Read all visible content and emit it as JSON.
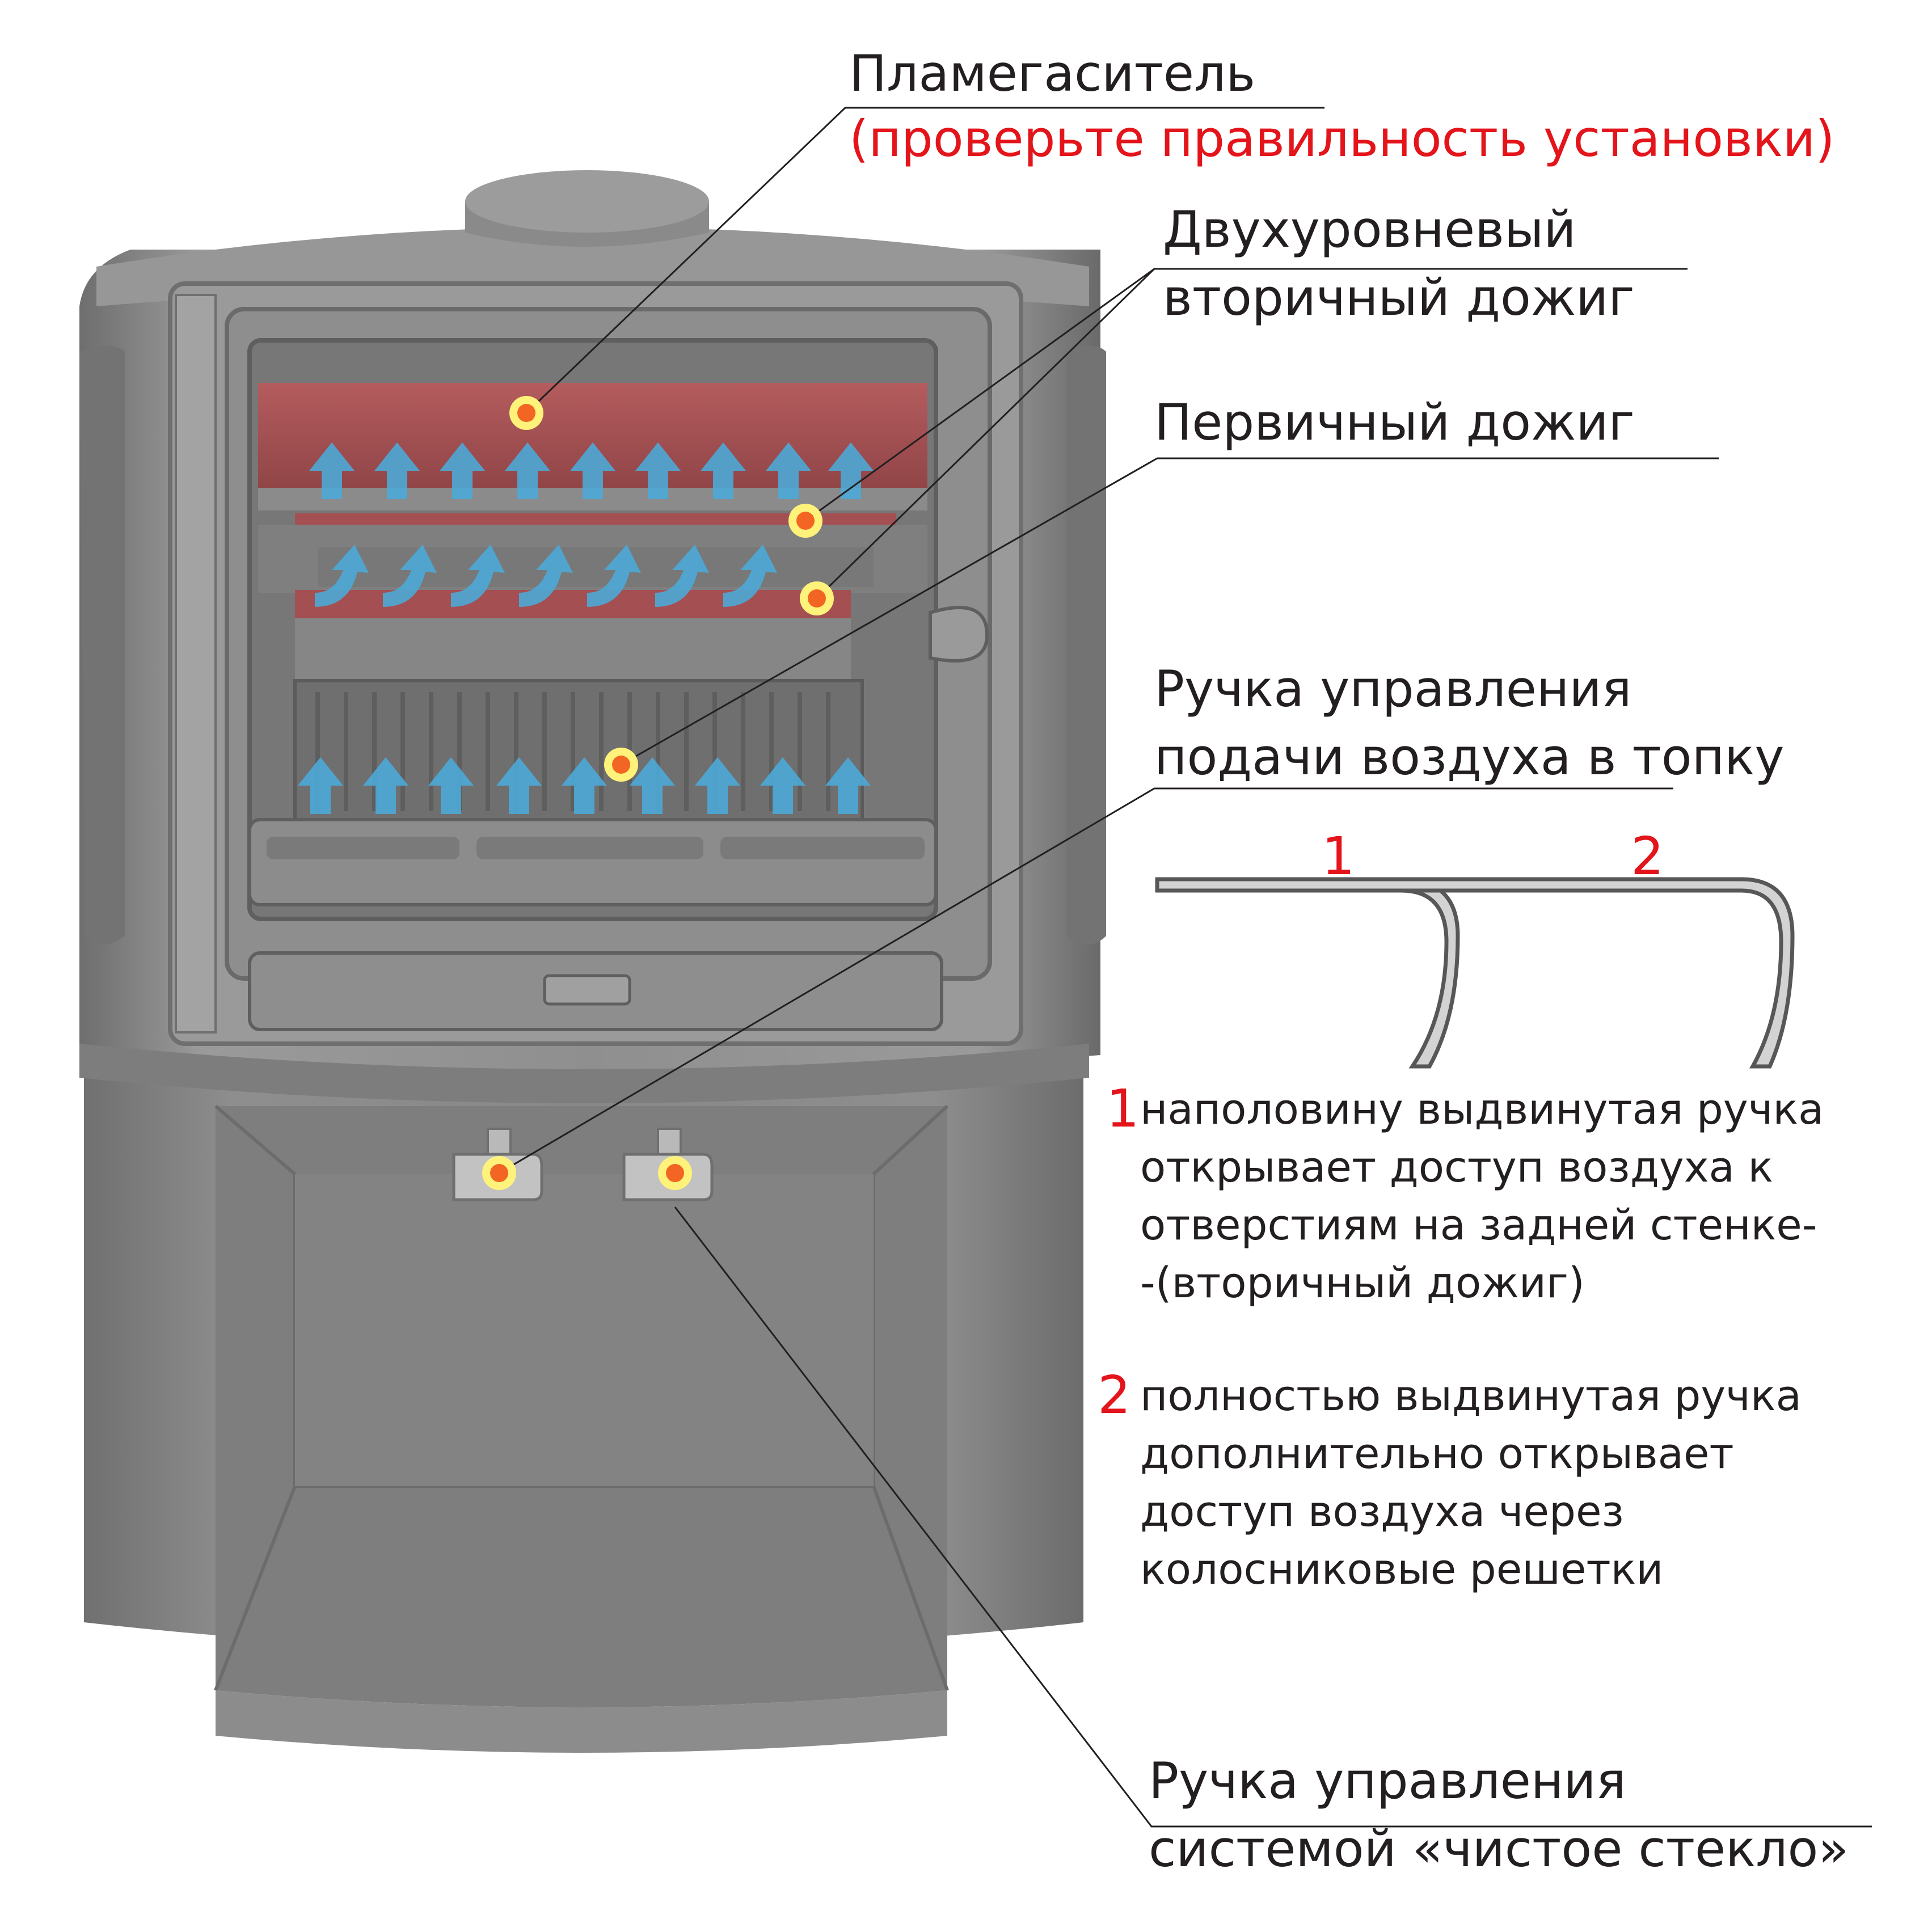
{
  "labels": {
    "flame_arrester": "Пламегаситель",
    "flame_arrester_note": "(проверьте правильность установки)",
    "two_level_line1": "Двухуровневый",
    "two_level_line2": "вторичный дожиг",
    "primary_burn": "Первичный дожиг",
    "air_handle_line1": "Ручка управления",
    "air_handle_line2": "подачи воздуха в топку",
    "clean_glass_line1": "Ручка управления",
    "clean_glass_line2": "системой «чистое стекло»"
  },
  "handle_diagram": {
    "position_1": "1",
    "position_2": "2"
  },
  "notes": [
    {
      "number": "1",
      "line1": "наполовину выдвинутая ручка",
      "line2": "открывает доступ воздуха к",
      "line3": "отверстиям на задней стенке-",
      "line4": "-(вторичный дожиг)"
    },
    {
      "number": "2",
      "line1": "полностью выдвинутая ручка",
      "line2": "дополнительно открывает",
      "line3": "доступ воздуха через",
      "line4": "колосниковые решетки"
    }
  ],
  "colors": {
    "accent_red": "#e4141b",
    "marker_yellow": "#fff27a",
    "marker_orange": "#f26522",
    "airflow_blue": "#4da8d6",
    "baffle_red": "#a14d4f",
    "stove_gray": "#8a8a8a"
  }
}
